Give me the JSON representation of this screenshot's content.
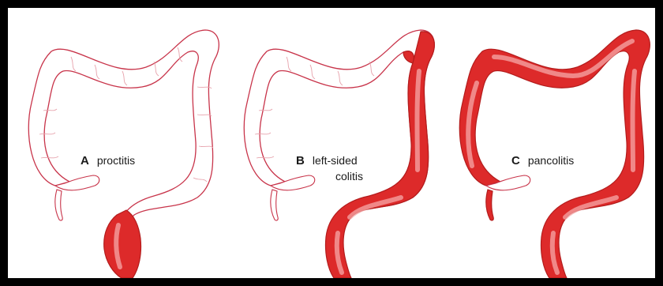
{
  "panels": [
    {
      "letter": "A",
      "label": "proctitis"
    },
    {
      "letter": "B",
      "label": "left-sided",
      "label_line2": "colitis"
    },
    {
      "letter": "C",
      "label": "pancolitis"
    }
  ],
  "colors": {
    "inflamed": "#dd2a2a",
    "outline": "#c8344a",
    "background": "#ffffff",
    "frame": "#000000"
  }
}
